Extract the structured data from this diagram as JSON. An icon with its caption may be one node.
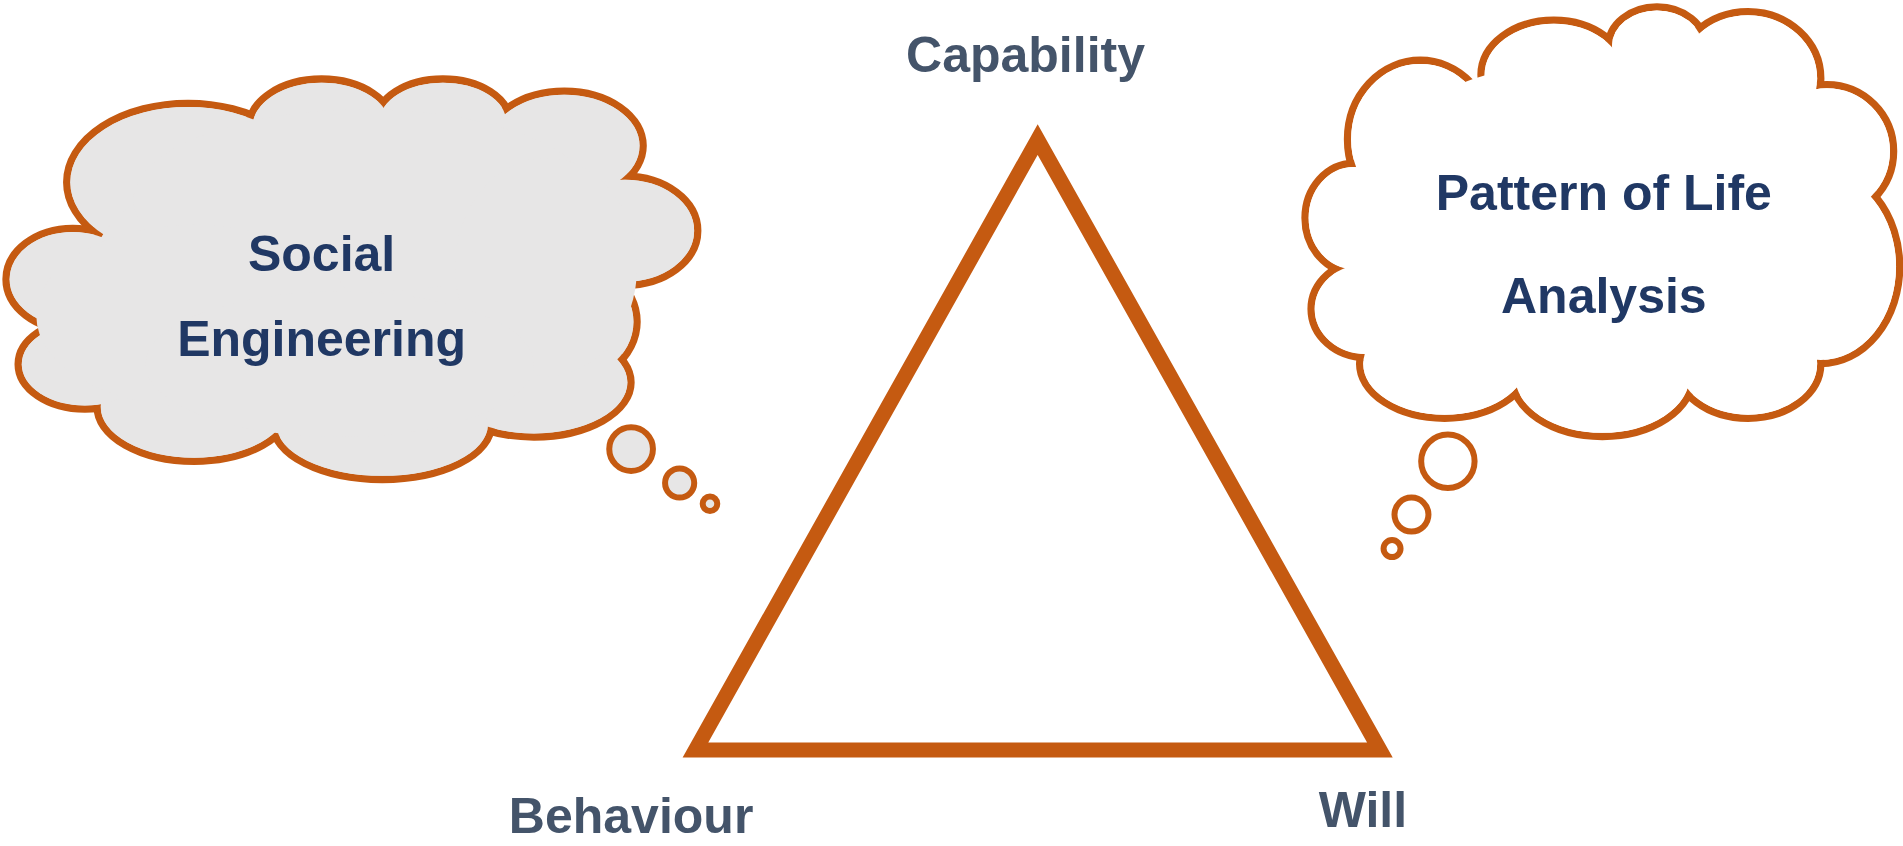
{
  "diagram": {
    "nodes": [
      {
        "text": [
          "Social Engineering"
        ]
      },
      {
        "text": [
          "Pattern of Life Analysis"
        ]
      }
    ],
    "labels": [
      "Capability",
      "Behaviour",
      "Will"
    ]
  }
}
